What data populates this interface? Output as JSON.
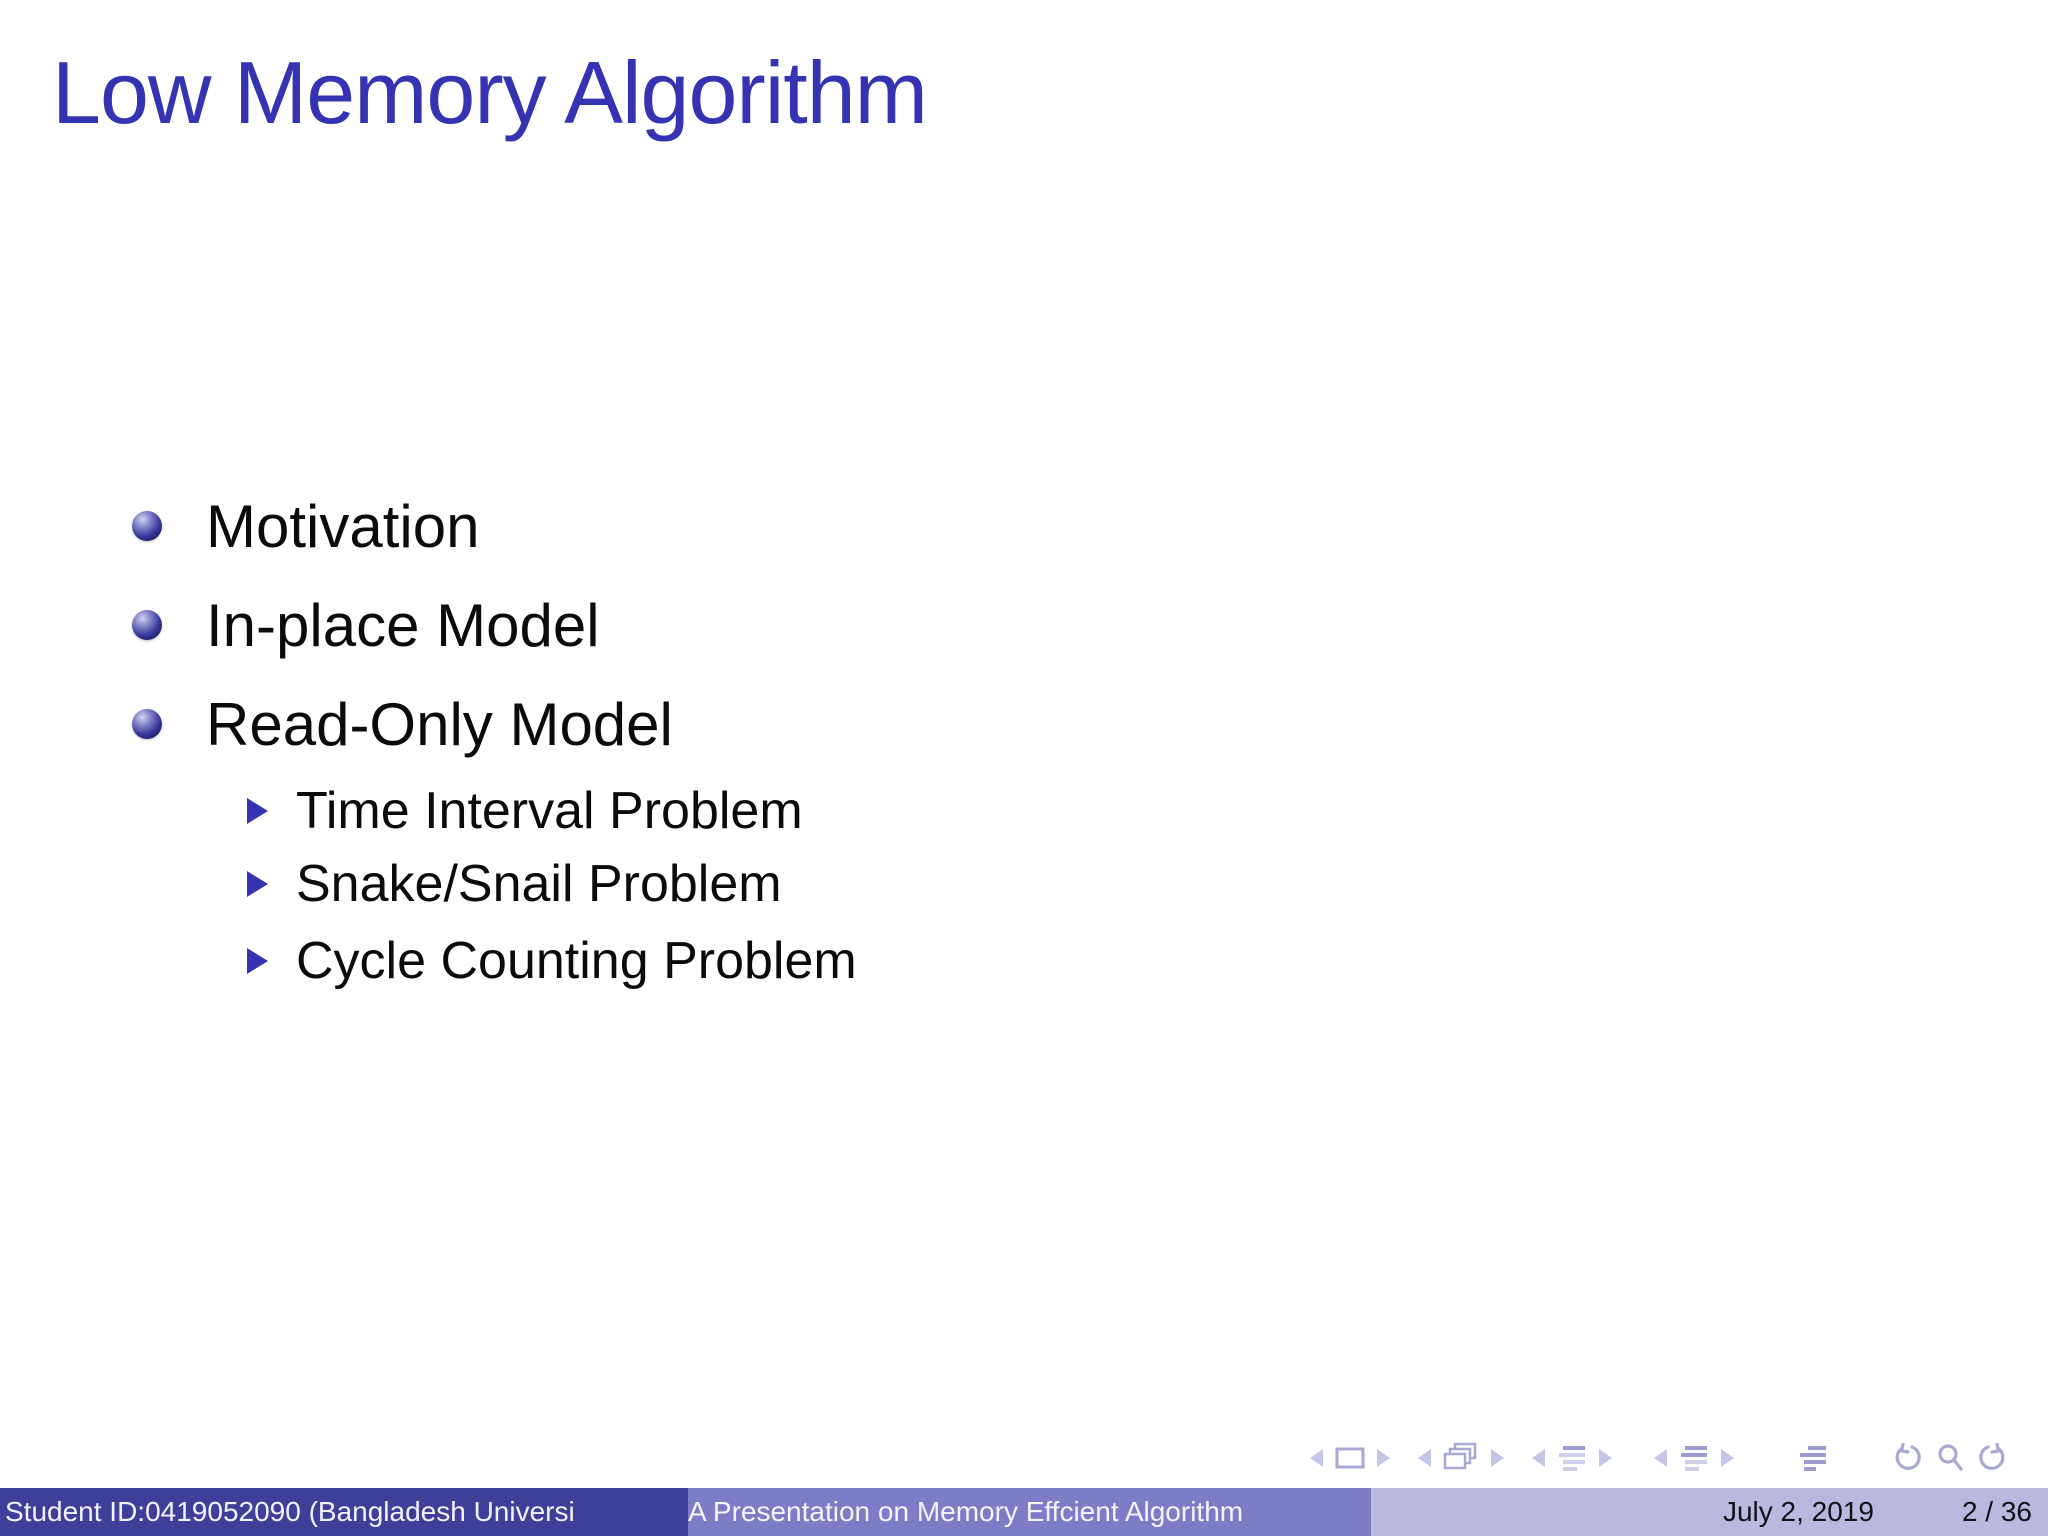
{
  "slide": {
    "title": "Low Memory Algorithm",
    "bullets": [
      {
        "label": "Motivation",
        "level": 1
      },
      {
        "label": "In-place Model",
        "level": 1
      },
      {
        "label": "Read-Only Model",
        "level": 1
      },
      {
        "label": "Time Interval Problem",
        "level": 2
      },
      {
        "label": "Snake/Snail Problem",
        "level": 2
      },
      {
        "label": "Cycle Counting Problem",
        "level": 2
      }
    ]
  },
  "footer": {
    "author": "Student ID:0419052090 (Bangladesh Universi",
    "presentation_title": "A Presentation on Memory Effcient Algorithm",
    "date": "July 2, 2019",
    "page": "2 / 36"
  },
  "nav_icons": [
    "prev-slide-icon",
    "slide-icon",
    "next-slide-icon",
    "prev-frame-icon",
    "frames-icon",
    "next-frame-icon",
    "prev-subsection-icon",
    "subsection-list-icon",
    "next-subsection-icon",
    "prev-section-icon",
    "section-list-icon",
    "next-section-icon",
    "document-outline-icon",
    "back-icon",
    "search-icon",
    "forward-icon"
  ],
  "colors": {
    "structure_blue": "#3433b2",
    "footer_author_bg": "#3e3f99",
    "footer_title_bg": "#7d7cc6",
    "footer_date_bg": "#b9b8df",
    "nav_symbol": "#b3b3dc"
  }
}
